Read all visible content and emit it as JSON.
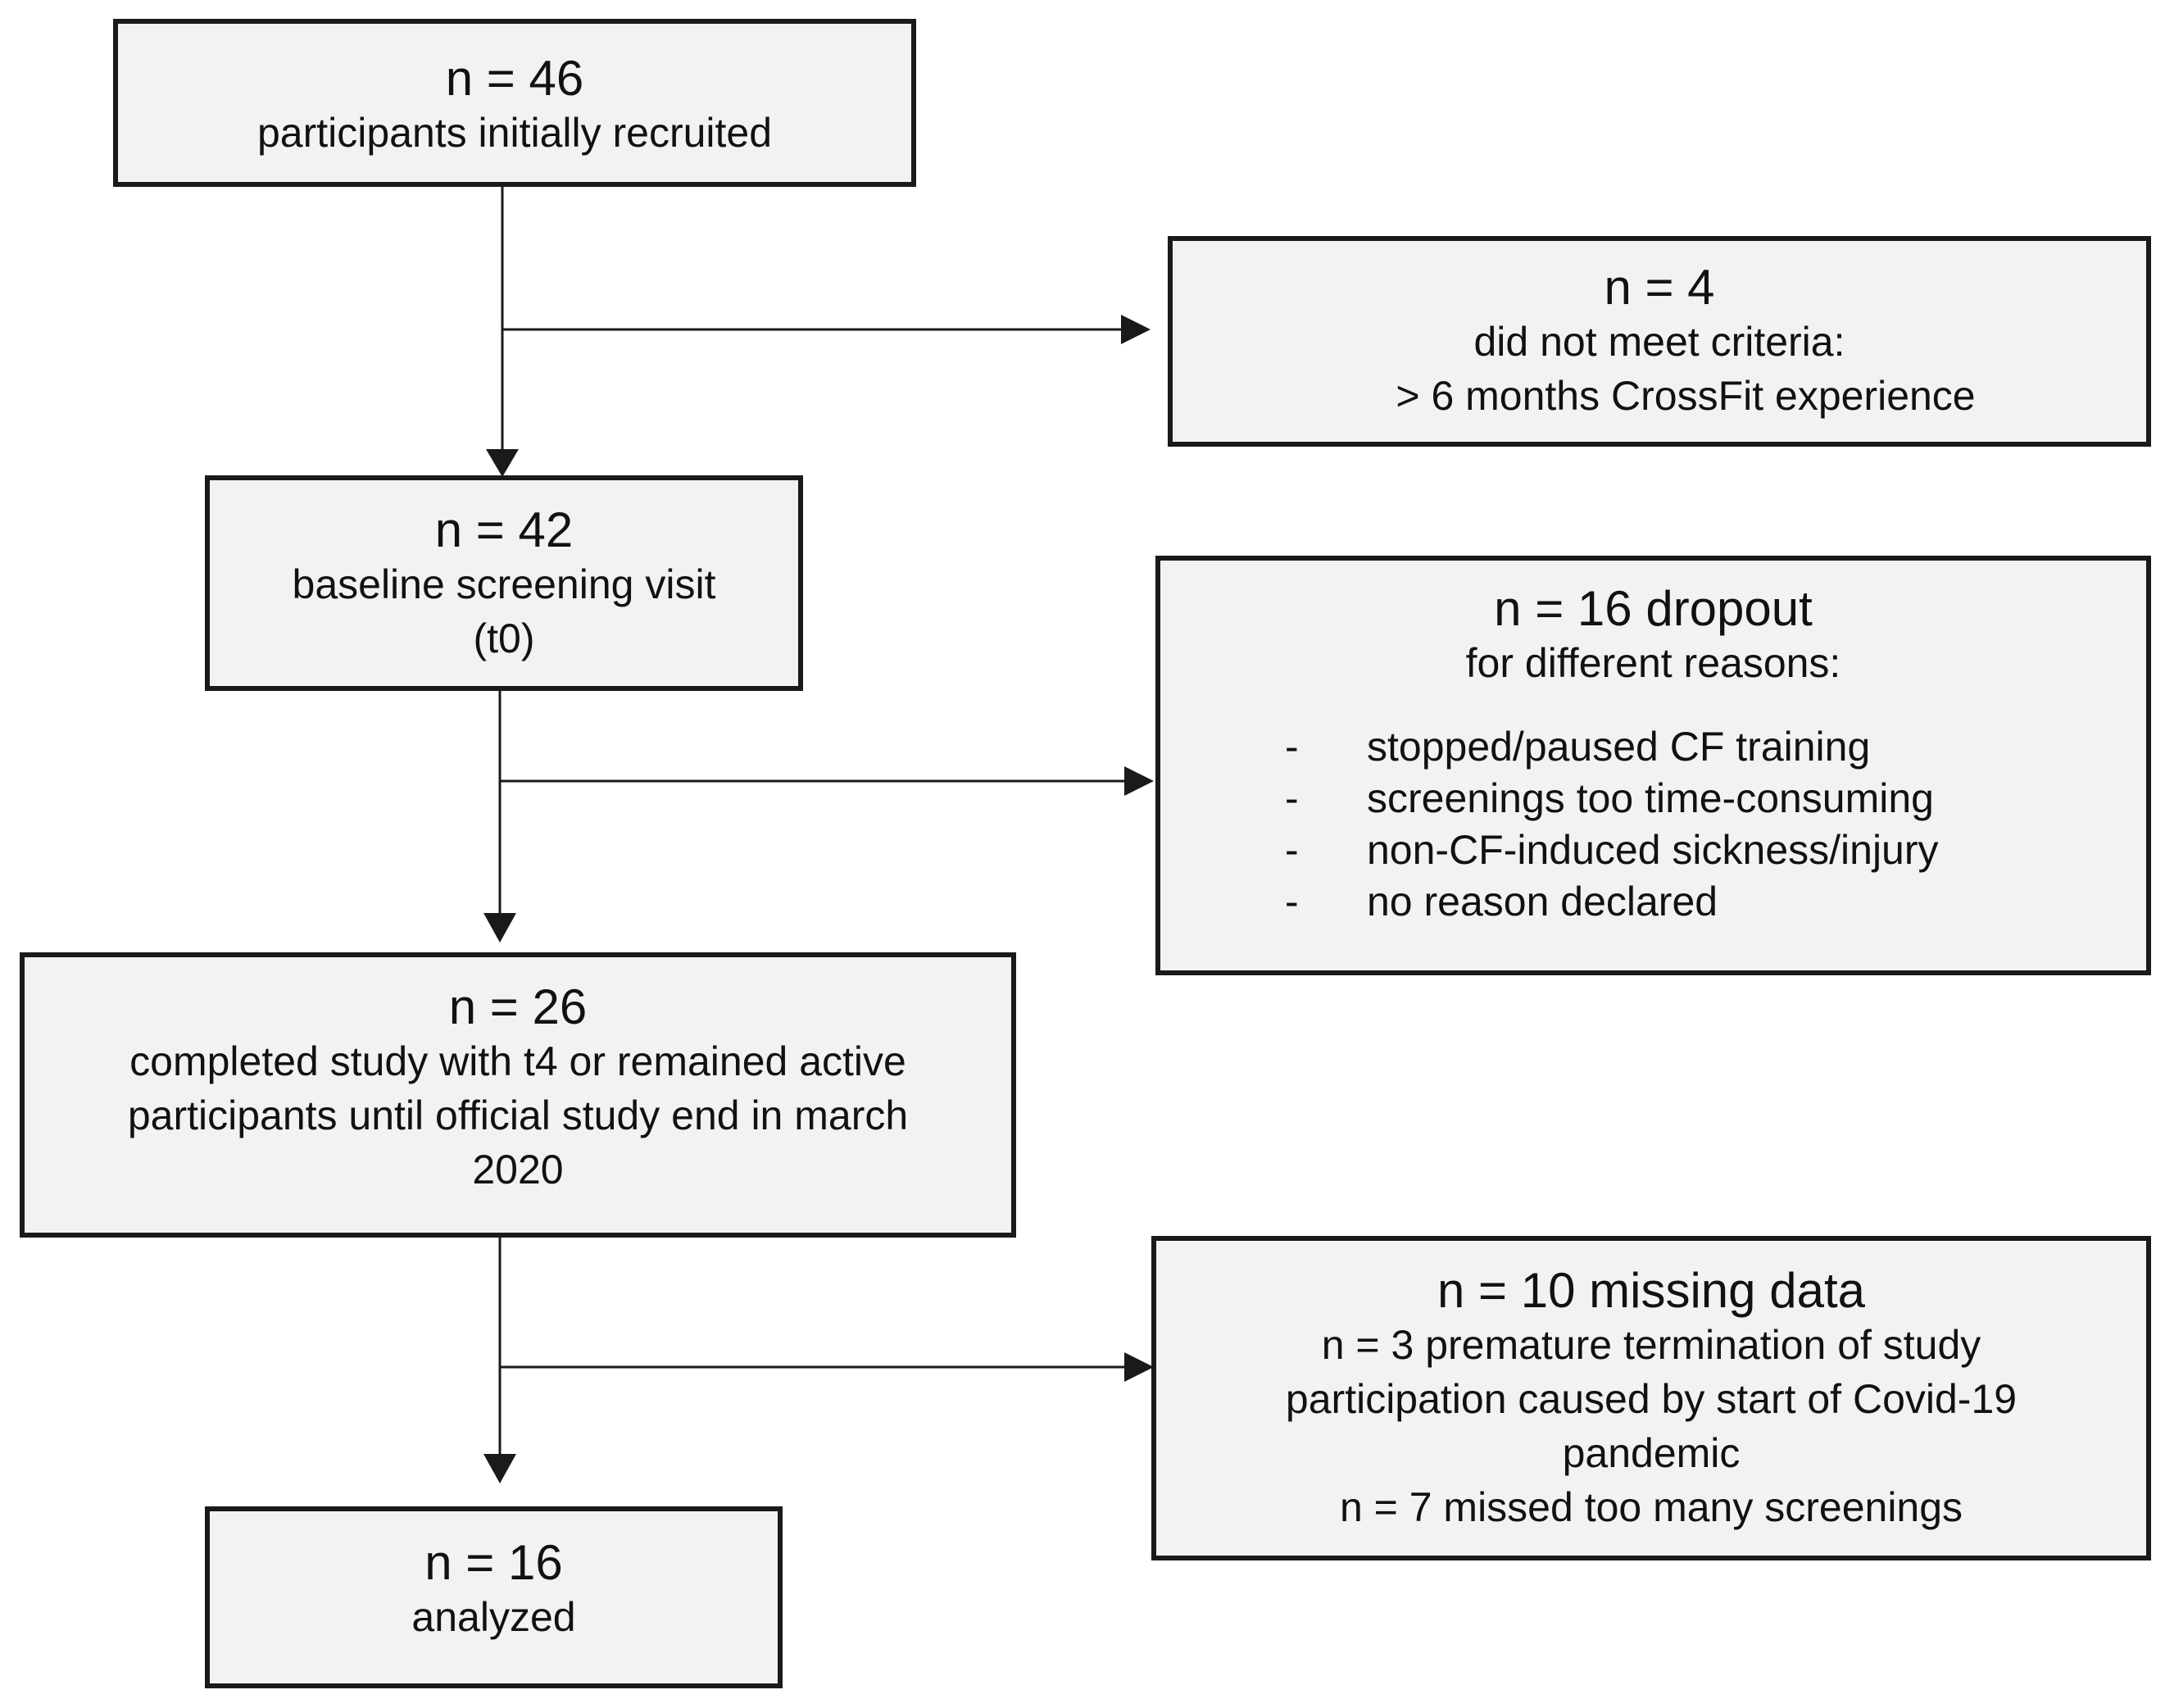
{
  "boxes": {
    "recruited": {
      "title": "n = 46",
      "lines": [
        "participants initially recruited"
      ]
    },
    "excluded": {
      "title": "n = 4",
      "lines": [
        "did not meet criteria:",
        "> 6 months CrossFit experience"
      ]
    },
    "baseline": {
      "title": "n = 42",
      "lines": [
        "baseline screening visit",
        "(t0)"
      ]
    },
    "dropout": {
      "title": "n = 16 dropout",
      "lines": [
        "for different reasons:"
      ],
      "bullet": "-",
      "reasons": [
        "stopped/paused CF training",
        "screenings too time-consuming",
        "non-CF-induced sickness/injury",
        "no reason declared"
      ]
    },
    "completed": {
      "title": "n = 26",
      "lines": [
        "completed study with t4 or remained active",
        "participants until official study end in march",
        "2020"
      ]
    },
    "missing": {
      "title": "n = 10 missing data",
      "lines": [
        "n = 3 premature termination of study",
        "participation caused by start of Covid-19",
        "pandemic",
        "n = 7 missed too many screenings"
      ]
    },
    "analyzed": {
      "title": "n = 16",
      "lines": [
        "analyzed"
      ]
    }
  },
  "colors": {
    "box_fill": "#f2f2f2",
    "stroke": "#1a1a1a"
  }
}
